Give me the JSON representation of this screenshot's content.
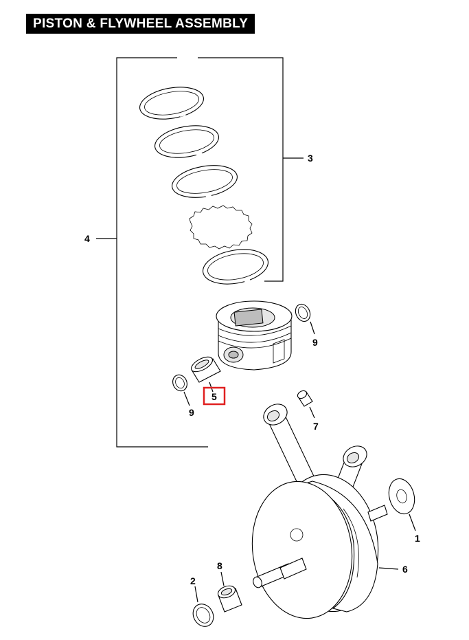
{
  "title": "PISTON & FLYWHEEL ASSEMBLY",
  "highlight_color": "#e02020",
  "callouts": {
    "c1": "1",
    "c2": "2",
    "c3": "3",
    "c4": "4",
    "c5": "5",
    "c6": "6",
    "c7": "7",
    "c8": "8",
    "c9a": "9",
    "c9b": "9"
  }
}
